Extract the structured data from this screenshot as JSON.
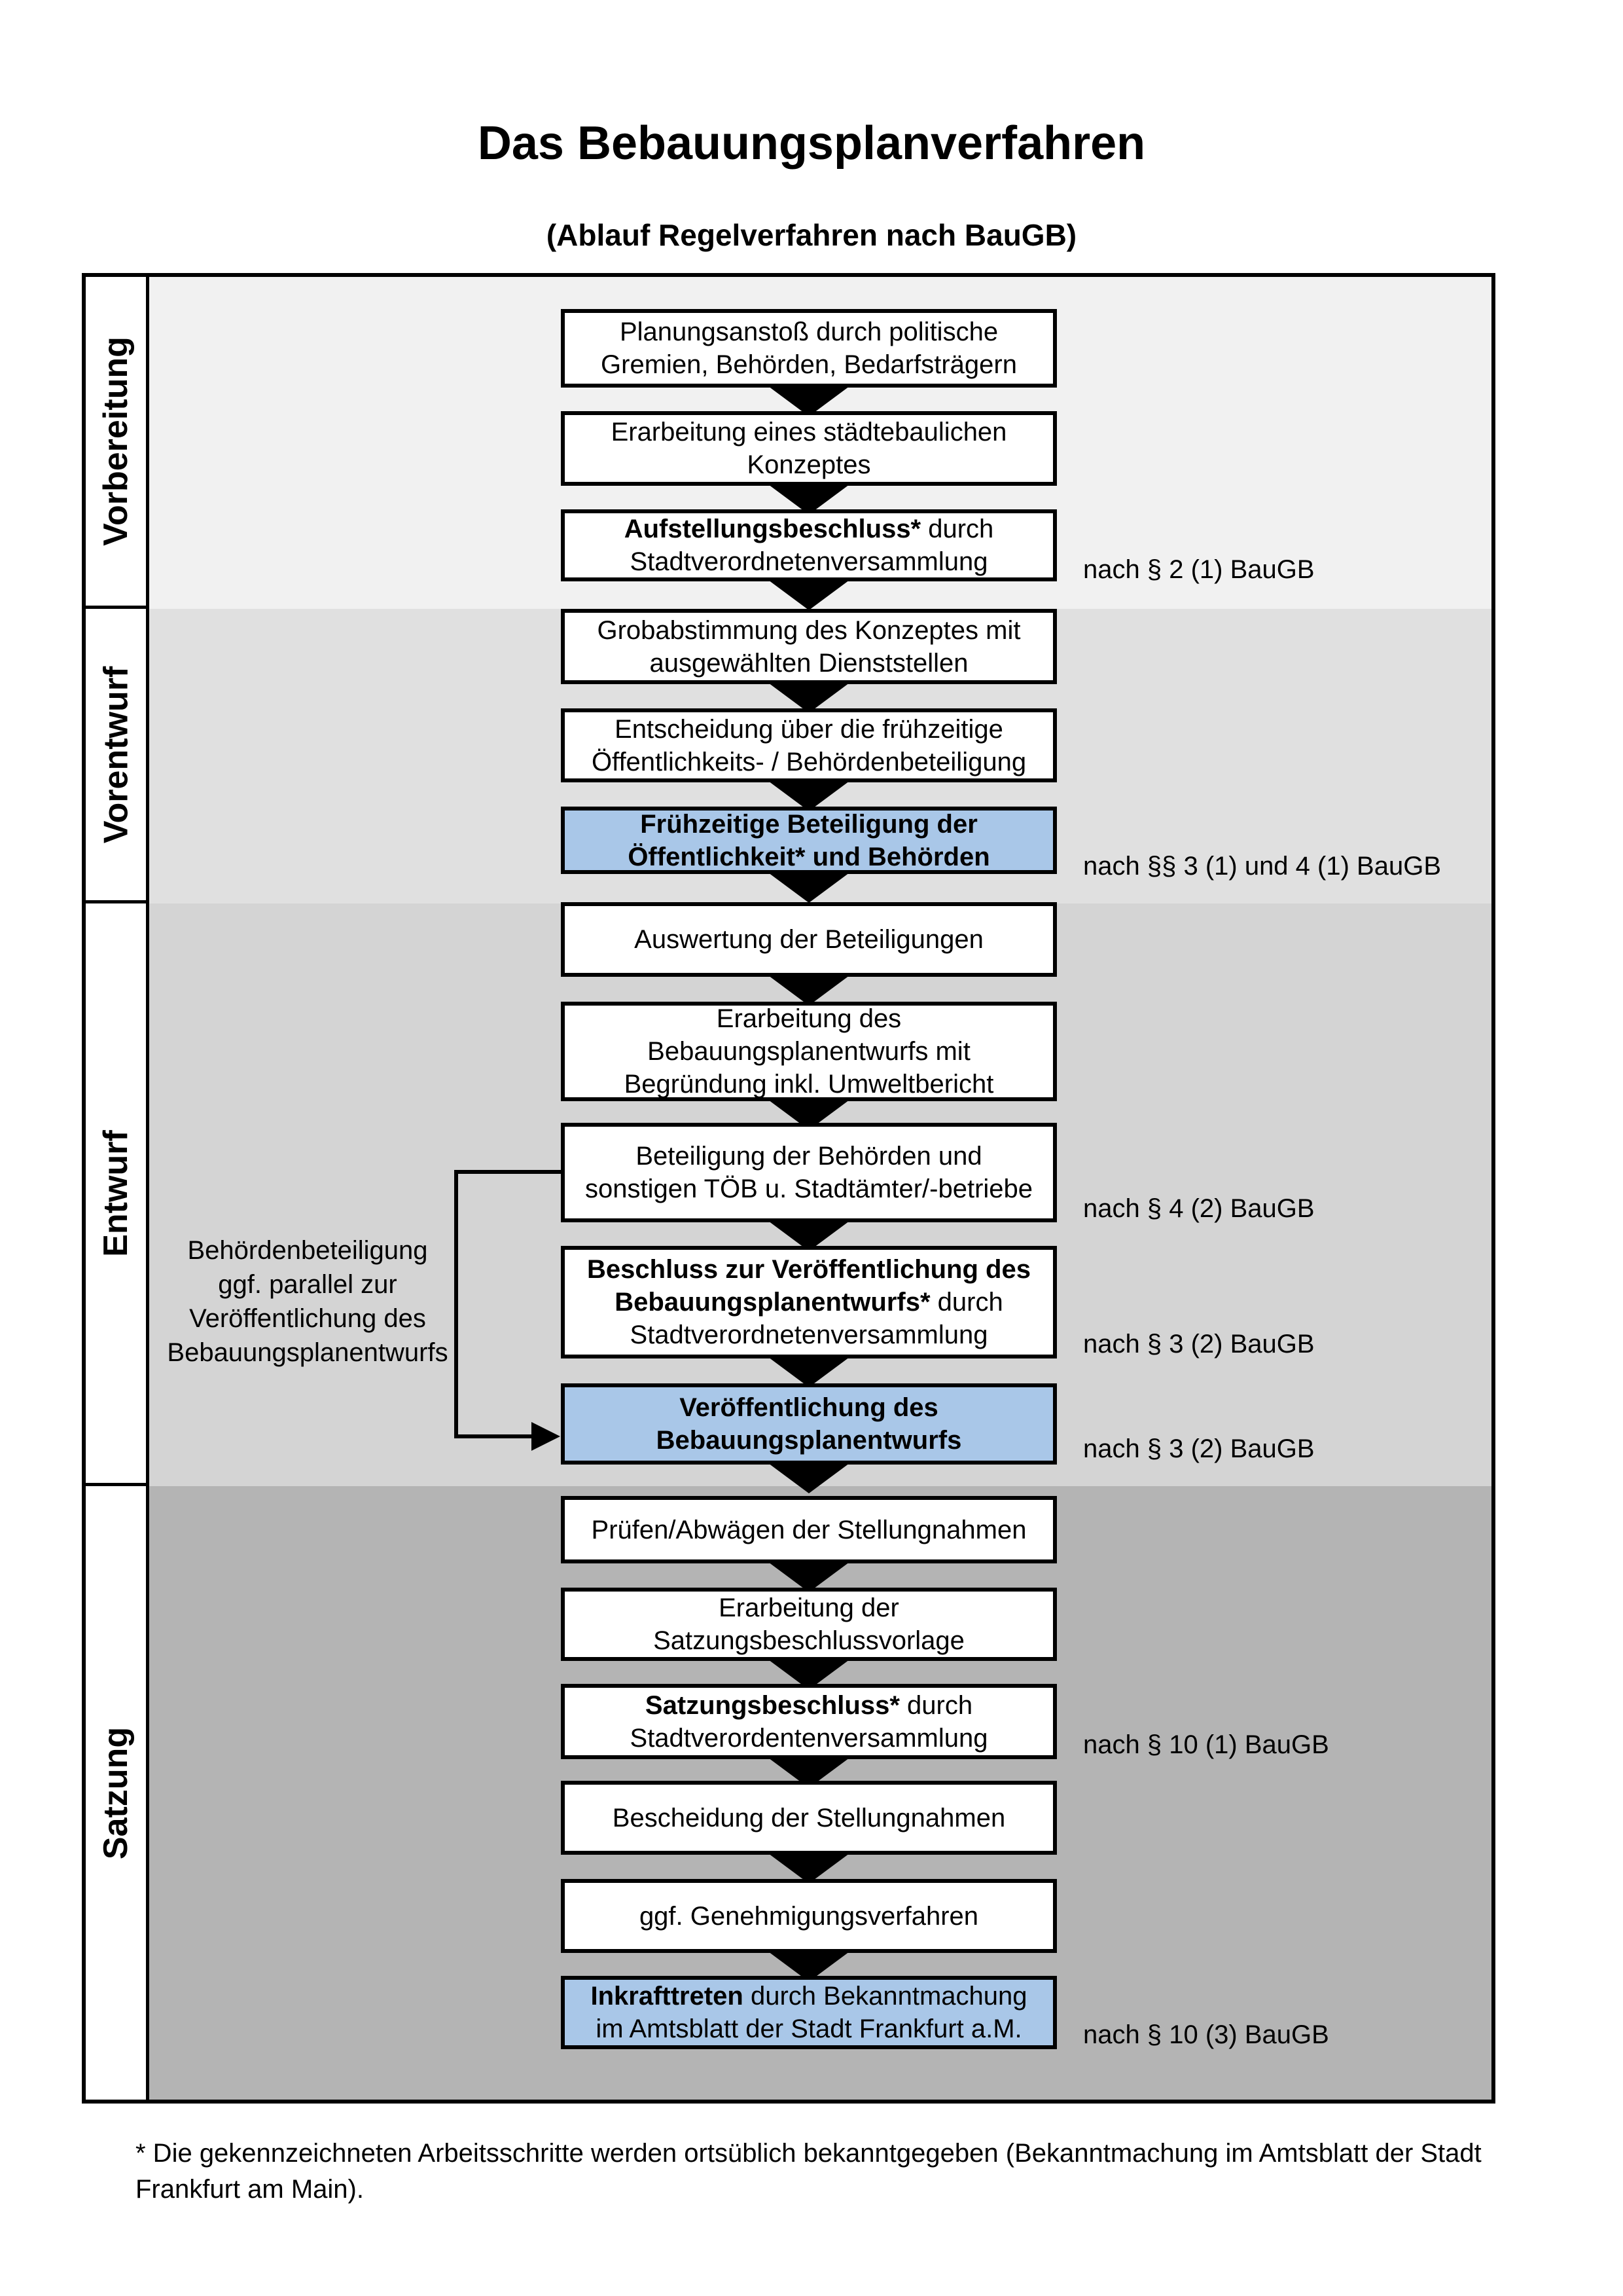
{
  "title": "Das Bebauungsplanverfahren",
  "subtitle": "(Ablauf Regelverfahren nach BauGB)",
  "phases": [
    {
      "label": "Vorbereitung"
    },
    {
      "label": "Vorentwurf"
    },
    {
      "label": "Entwurf"
    },
    {
      "label": "Satzung"
    }
  ],
  "boxes": [
    {
      "text": "Planungsanstoß durch politische\nGremien, Behörden, Bedarfsträgern"
    },
    {
      "text": "Erarbeitung eines städtebaulichen\nKonzeptes"
    },
    {
      "bold": "Aufstellungsbeschluss*",
      "rest": " durch\nStadtverordnetenversammlung"
    },
    {
      "text": "Grobabstimmung des Konzeptes mit\nausgewählten Dienststellen"
    },
    {
      "text": "Entscheidung über die frühzeitige\nÖffentlichkeits- / Behördenbeteiligung"
    },
    {
      "text": "Frühzeitige Beteiligung der\nÖffentlichkeit* und Behörden"
    },
    {
      "text": "Auswertung der Beteiligungen"
    },
    {
      "text": "Erarbeitung des\nBebauungsplanentwurfs mit\nBegründung inkl. Umweltbericht"
    },
    {
      "text": "Beteiligung der Behörden und\nsonstigen TÖB u. Stadtämter/-betriebe"
    },
    {
      "bold": "Beschluss zur Veröffentlichung des\nBebauungsplanentwurfs*",
      "rest": " durch\nStadtverordnetenversammlung"
    },
    {
      "text": "Veröffentlichung des\nBebauungsplanentwurfs"
    },
    {
      "text": "Prüfen/Abwägen der Stellungnahmen"
    },
    {
      "text": "Erarbeitung der\nSatzungsbeschlussvorlage"
    },
    {
      "bold": "Satzungsbeschluss*",
      "rest": " durch\nStadtverordentenversammlung"
    },
    {
      "text": "Bescheidung der Stellungnahmen"
    },
    {
      "text": "ggf. Genehmigungsverfahren"
    },
    {
      "bold": "Inkrafttreten",
      "rest": " durch Bekanntmachung\nim Amtsblatt der Stadt Frankfurt a.M."
    }
  ],
  "legal_refs": [
    {
      "text": "nach § 2 (1) BauGB"
    },
    {
      "text": "nach §§ 3 (1) und 4 (1) BauGB"
    },
    {
      "text": "nach § 4 (2) BauGB"
    },
    {
      "text": "nach § 3 (2) BauGB"
    },
    {
      "text": "nach § 3 (2) BauGB"
    },
    {
      "text": "nach § 10 (1) BauGB"
    },
    {
      "text": "nach § 10 (3) BauGB"
    }
  ],
  "side_note": "Behördenbeteiligung\nggf. parallel zur\nVeröffentlichung des\nBebauungsplanentwurfs",
  "footnote": "* Die gekennzeichneten Arbeitsschritte werden ortsüblich bekanntgegeben (Bekanntmachung im Amtsblatt der Stadt\nFrankfurt am Main).",
  "colors": {
    "highlight_blue": "#a9c7e8",
    "band_vorbereitung": "#f1f1f1",
    "band_vorentwurf": "#e0e0e0",
    "band_entwurf": "#d4d4d4",
    "band_satzung": "#b4b4b4",
    "line_black": "#000000"
  }
}
